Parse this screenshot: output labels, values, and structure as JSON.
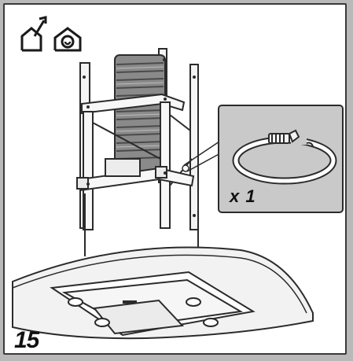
{
  "step": {
    "number": "15"
  },
  "mode_icons": [
    {
      "name": "duct-out-icon"
    },
    {
      "name": "recirculation-icon"
    }
  ],
  "detail": {
    "part": "hose-clamp",
    "quantity_label": "x 1"
  },
  "colors": {
    "frame_bg": "#ffffff",
    "outer_bg": "#b9b9b9",
    "callout_bg": "#c9c9c9",
    "duct": "#8a8a8a",
    "line": "#2b2b2b",
    "hood": "#f2f2f2"
  }
}
